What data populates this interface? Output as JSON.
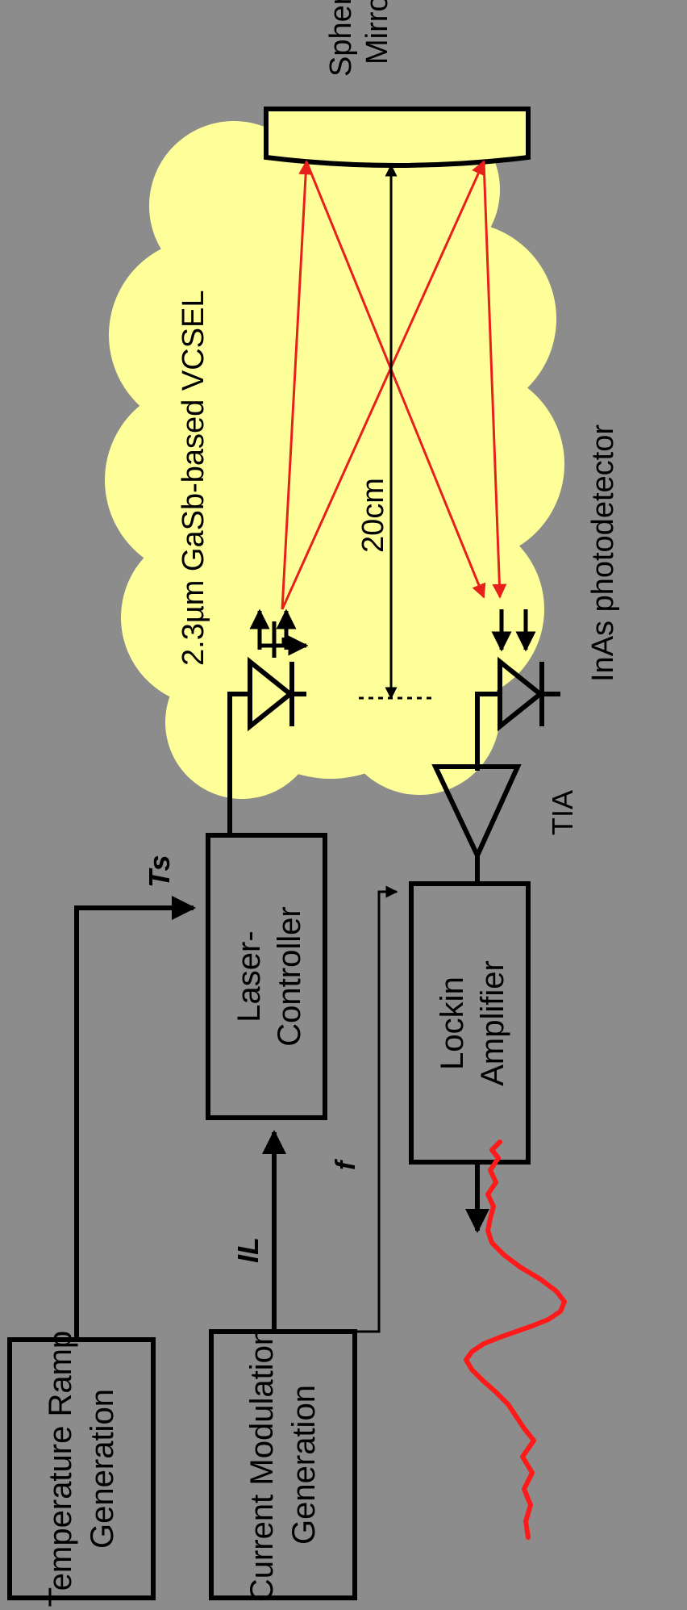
{
  "colors": {
    "background": "#8c8c8c",
    "cloud": "#ffff99",
    "beam": "#e8201c",
    "signal": "#ff1a1a",
    "line": "#000000"
  },
  "blocks": {
    "temperature_ramp": [
      "Temperature Ramp",
      "Generation"
    ],
    "current_modulation": [
      "Current Modulation",
      "Generation"
    ],
    "laser_controller": [
      "Laser-",
      "Controller"
    ],
    "lockin_amplifier": [
      "Lockin",
      "Amplifier"
    ]
  },
  "signals": {
    "ts": "Ts",
    "il": "IL",
    "f": "f"
  },
  "components": {
    "vcsel": "2.3µm GaSb-based VCSEL",
    "photodetector": "InAs photodetector",
    "tia": "TIA",
    "mirror": [
      "Spherical",
      "Mirror"
    ],
    "distance": "20cm"
  }
}
